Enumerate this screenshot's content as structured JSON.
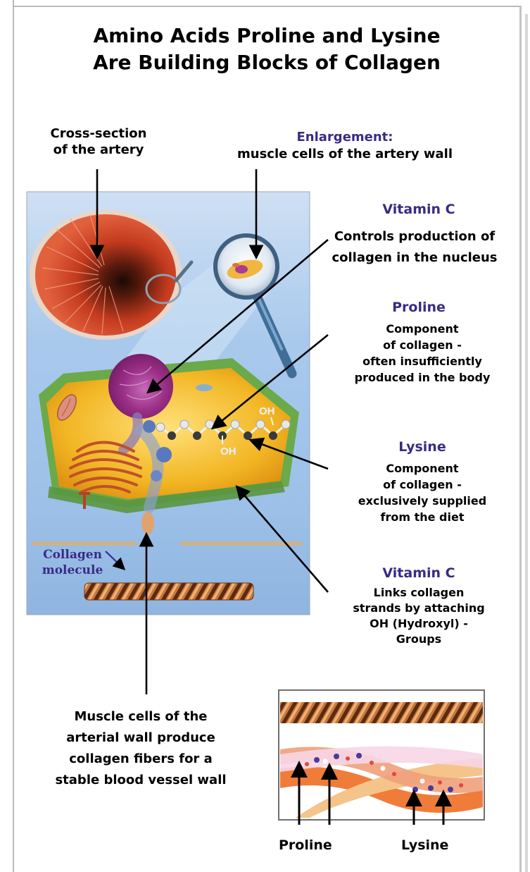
{
  "title": {
    "line1": "Amino Acids Proline and Lysine",
    "line2": "Are Building Blocks of Collagen"
  },
  "cross_section": {
    "line1": "Cross-section",
    "line2": "of the artery"
  },
  "enlargement": {
    "heading": "Enlargement:",
    "body": "muscle cells of the artery wall"
  },
  "vitamin_c_nucleus": {
    "heading": "Vitamin C",
    "line1": "Controls production of",
    "line2": "collagen in the nucleus"
  },
  "proline_note": {
    "heading": "Proline",
    "line1": "Component",
    "line2": "of collagen -",
    "line3": "often insufficiently",
    "line4": "produced in the body"
  },
  "lysine_note": {
    "heading": "Lysine",
    "line1": "Component",
    "line2": "of collagen -",
    "line3": "exclusively supplied",
    "line4": "from the diet"
  },
  "vitamin_c_links": {
    "heading": "Vitamin C",
    "line1": "Links collagen",
    "line2": "strands by attaching",
    "line3": "OH (Hydroxyl) -",
    "line4": "Groups"
  },
  "muscle_cells": {
    "line1": "Muscle cells of the",
    "line2": "arterial wall produce",
    "line3": "collagen fibers for a",
    "line4": "stable blood vessel wall"
  },
  "collagen_molecule": {
    "line1": "Collagen",
    "line2": "molecule"
  },
  "chem_labels": {
    "oh_top": "OH",
    "oh_bottom": "OH"
  },
  "inset": {
    "proline_label": "Proline",
    "lysine_label": "Lysine"
  },
  "colors": {
    "heading_purple": "#3a2a86",
    "panel_blue": "#a9c9ec",
    "cell_yellow": "#f2b624",
    "cell_green": "#6aaa4a",
    "nucleus_purple": "#9a2f86",
    "collagen_brown": "#b86a2e"
  }
}
